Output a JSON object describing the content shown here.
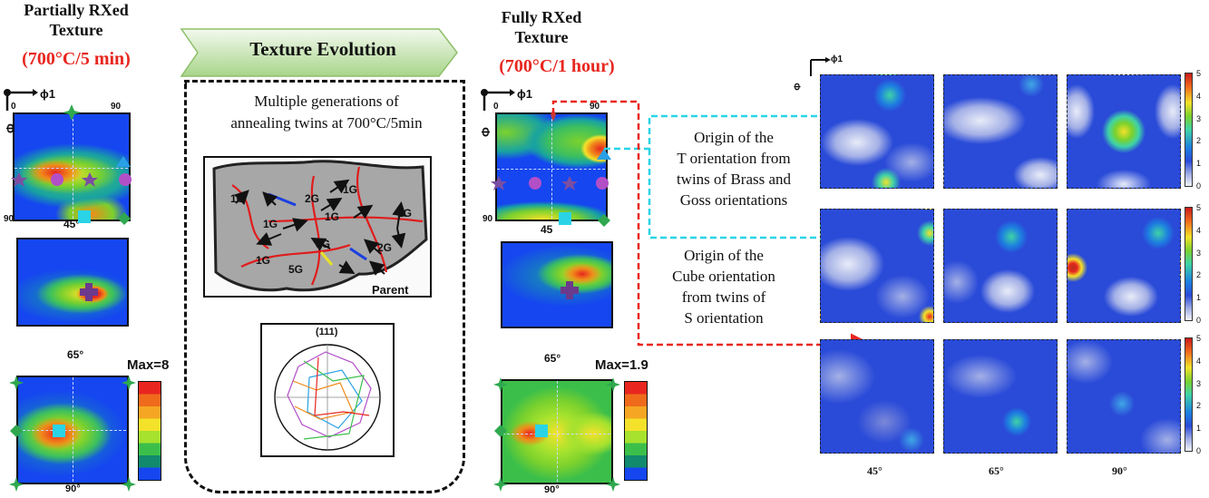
{
  "left_title": [
    "Partially RXed",
    "Texture"
  ],
  "left_condition": "(700°C/5 min)",
  "middle_header": "Texture Evolution",
  "middle_caption": [
    "Multiple generations of",
    "annealing twins at 700°C/5min"
  ],
  "micro_labels": [
    "1G",
    "2G",
    "1G",
    "1G",
    "1G",
    "3G",
    "1G",
    "5G",
    "2G",
    "Parent"
  ],
  "pole_figure_label": "(111)",
  "right_title": [
    "Fully RXed",
    "Texture"
  ],
  "right_condition": "(700°C/1 hour)",
  "axis": {
    "phi1": "ϕ1",
    "Phi": "Φ",
    "tick0": "0",
    "tick90": "90",
    "tick90v": "90",
    "tick45": "45"
  },
  "section_labels": [
    "45°",
    "65°",
    "90°"
  ],
  "max_left": "Max=8",
  "max_right": "Max=1.9",
  "ann1": [
    "Origin of the",
    "T orientation from",
    "twins of Brass and",
    "Goss orientations"
  ],
  "ann2": [
    "Origin of the",
    "Cube orientation",
    "from twins of",
    "S orientation"
  ],
  "grid_col_labels": [
    "45°",
    "65°",
    "90°"
  ],
  "colorbar_ticks": [
    "5",
    "4",
    "3",
    "2",
    "1",
    "0"
  ],
  "grid_axis": {
    "phi1": "ϕ1",
    "Phi": "Φ"
  },
  "colors": {
    "red": "#e8261f",
    "cyan": "#2ad4e6",
    "green_arrow": "#a8d58a"
  }
}
